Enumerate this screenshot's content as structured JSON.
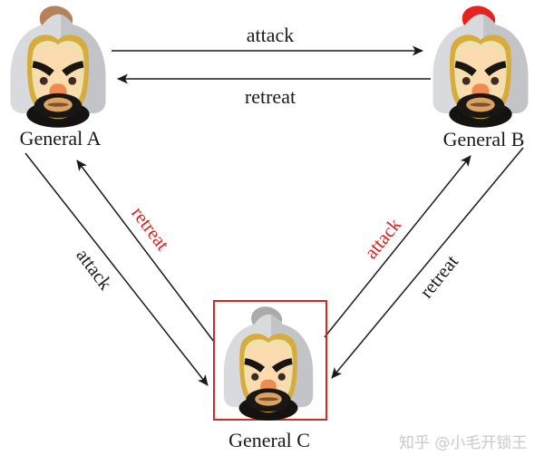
{
  "generals": [
    {
      "id": "A",
      "label": "General A",
      "plume_color": "#b5825c",
      "stem_color": "#c19a6b",
      "highlighted": false
    },
    {
      "id": "B",
      "label": "General B",
      "plume_color": "#e8221e",
      "stem_color": "#e6ddc6",
      "highlighted": false
    },
    {
      "id": "C",
      "label": "General C",
      "plume_color": "#ababa9",
      "stem_color": "#bdbdbb",
      "highlighted": true
    }
  ],
  "edges": [
    {
      "from": "A",
      "to": "B",
      "label": "attack",
      "color": "black"
    },
    {
      "from": "B",
      "to": "A",
      "label": "retreat",
      "color": "black"
    },
    {
      "from": "A",
      "to": "C",
      "label": "attack",
      "color": "black"
    },
    {
      "from": "C",
      "to": "A",
      "label": "retreat",
      "color": "red"
    },
    {
      "from": "C",
      "to": "B",
      "label": "attack",
      "color": "red"
    },
    {
      "from": "B",
      "to": "C",
      "label": "retreat",
      "color": "black"
    }
  ],
  "colors": {
    "red_text": "#d6201d",
    "black_text": "#1a1a1a",
    "highlight_box": "#cf2b26"
  },
  "watermark": "知乎 @小毛开锁王"
}
